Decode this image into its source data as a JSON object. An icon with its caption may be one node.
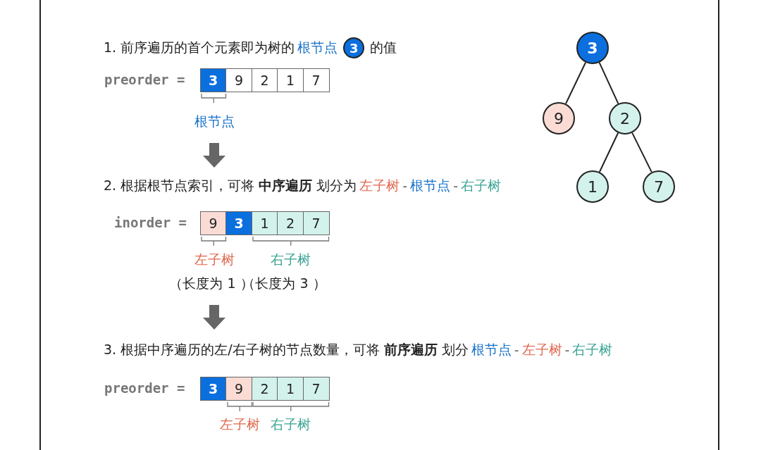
{
  "diagram": {
    "nodes": [
      {
        "text": [
          "3"
        ]
      },
      {
        "text": [
          "3"
        ]
      },
      {
        "text": [
          "9"
        ]
      },
      {
        "text": [
          "2"
        ]
      },
      {
        "text": [
          "1"
        ]
      },
      {
        "text": [
          "7"
        ]
      },
      {
        "text": [
          "3"
        ]
      },
      {
        "text": [
          "9"
        ]
      },
      {
        "text": [
          "2"
        ]
      },
      {
        "text": [
          "1"
        ]
      },
      {
        "text": [
          "7"
        ]
      },
      {
        "text": [
          "9"
        ]
      },
      {
        "text": [
          "3"
        ]
      },
      {
        "text": [
          "1"
        ]
      },
      {
        "text": [
          "2"
        ]
      },
      {
        "text": [
          "7"
        ]
      },
      {
        "text": [
          "3"
        ]
      },
      {
        "text": [
          "9"
        ]
      },
      {
        "text": [
          "2"
        ]
      },
      {
        "text": [
          "1"
        ]
      },
      {
        "text": [
          "7"
        ]
      }
    ],
    "edges": [
      {
        "from": 1,
        "to": 2,
        "arrow": "none"
      },
      {
        "from": 1,
        "to": 3,
        "arrow": "none"
      },
      {
        "from": 3,
        "to": 4,
        "arrow": "none"
      },
      {
        "from": 3,
        "to": 5,
        "arrow": "none"
      }
    ],
    "labels": [
      "1. 前序遍历的首个元素即为树的",
      "根节点",
      "的值",
      "preorder =",
      "根节点",
      "2. 根据根节点索引，可将 **中序遍历** 划分为",
      "左子树",
      "-",
      "根节点",
      "-",
      "右子树",
      "inorder =",
      "左子树",
      "右子树",
      "（长度为 1 ）",
      "（长度为 3 ）",
      "3. 根据中序遍历的左/右子树的节点数量，可将 **前序遍历** 划分",
      "根节点",
      "-",
      "左子树",
      "-",
      "右子树",
      "preorder =",
      "左子树",
      "右子树"
    ]
  }
}
